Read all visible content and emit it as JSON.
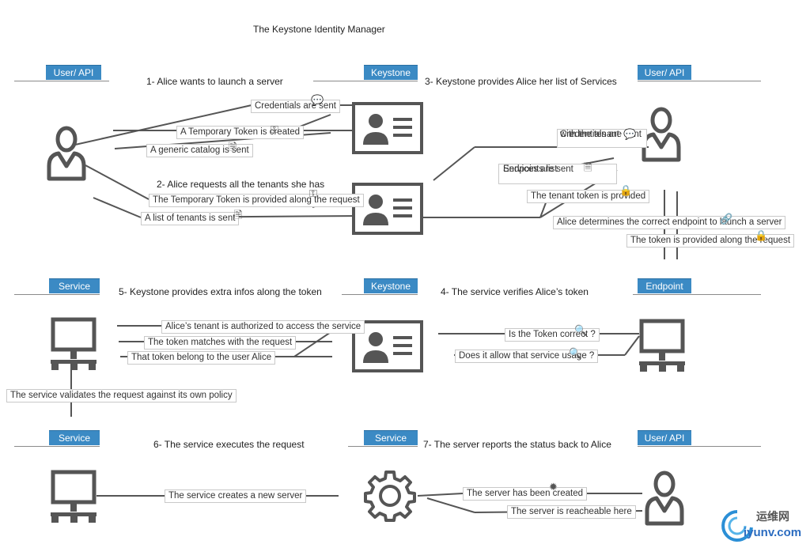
{
  "title": "The Keystone Identity Manager",
  "headers": {
    "user_api_1": "User/ API",
    "keystone_1": "Keystone",
    "user_api_2": "User/ API",
    "service_1": "Service",
    "keystone_2": "Keystone",
    "endpoint": "Endpoint",
    "service_2": "Service",
    "service_3": "Service",
    "user_api_3": "User/ API"
  },
  "steps": {
    "s1": "1- Alice wants to launch a server",
    "s2": "2- Alice requests all the tenants she has",
    "s3": "3- Keystone provides Alice her list of Services",
    "s4": "4- The service verifies Alice’s token",
    "s5": "5- Keystone provides extra infos along the token",
    "s6": "6- The service executes the request",
    "s7": "7- The server reports the status back to Alice"
  },
  "labels": {
    "credentials_sent": "Credentials are sent",
    "temp_token_created": "A Temporary Token is created",
    "generic_catalog_sent": "A generic catalog is sent",
    "temp_token_provided": "The Temporary Token is provided along the request",
    "tenants_list_sent": "A list of tenants is sent",
    "credentials_sent_overlap": "Credentials are sent",
    "with_tenant_overlap": "with the tenant",
    "services_sent_overlap": "Services are sent",
    "endpoints_overlap": "Endpoints list",
    "tenant_token_provided": "The tenant token is provided",
    "alice_determines": "Alice determines the correct endpoint to launch a server",
    "token_provided_along": "The token is provided along the request",
    "tenant_authorized": "Alice’s tenant is authorized to access the service",
    "token_matches": "The token matches with the request",
    "token_belongs": "That token belong to the user Alice",
    "service_validates": "The service validates the request against its own policy",
    "token_correct": "Is the Token correct ?",
    "allow_service_usage": "Does it allow that service usage ?",
    "service_creates": "The service creates a new server",
    "server_created": "The server has been created",
    "server_reachable": "The server is reacheable here"
  },
  "icons": [
    "user-icon",
    "id-card-icon",
    "computer-icon",
    "gear-icon",
    "key-icon",
    "document-icon",
    "speech-bubble-icon",
    "lock-icon",
    "link-icon",
    "magnifier-icon",
    "burst-icon"
  ],
  "watermark": {
    "text_cn": "运维网",
    "text_url": "iyunv.com"
  },
  "colors": {
    "header_blue": "#3b8ac4",
    "icon_gray": "#555555",
    "line_gray": "#555555"
  }
}
